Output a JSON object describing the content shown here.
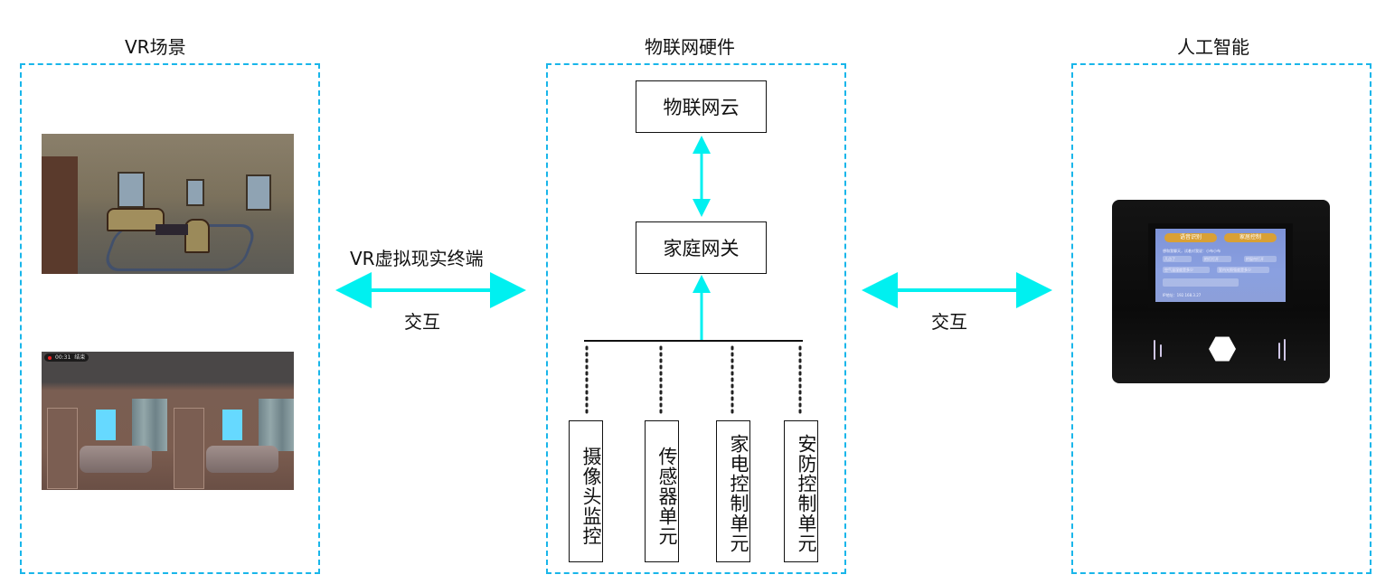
{
  "sections": {
    "vr": {
      "title": "VR场景"
    },
    "iot": {
      "title": "物联网硬件"
    },
    "ai": {
      "title": "人工智能"
    }
  },
  "vr_scene": {
    "image1": "VR living room scene",
    "image2": "VR stereo split-screen scene",
    "hud": {
      "time": "00:31",
      "status": "结束"
    }
  },
  "links": {
    "left": {
      "top_label": "VR虚拟现实终端",
      "bottom_label": "交互",
      "direction": "bidirectional"
    },
    "right": {
      "bottom_label": "交互",
      "direction": "bidirectional"
    }
  },
  "iot": {
    "cloud": "物联网云",
    "gateway": "家庭网关",
    "units": [
      {
        "label": "摄像头监控"
      },
      {
        "label": "传感器单元"
      },
      {
        "label": "家电控制单元"
      },
      {
        "label": "安防控制单元"
      }
    ]
  },
  "device": {
    "buttons": [
      "语音识别",
      "家居控制"
    ],
    "prompt": "想和我聊天，试着对我说：小布小布",
    "chips": [
      "几点了",
      "把灯打开",
      "把窗帘打开",
      "空气温湿度是多少",
      "室内光照强度是多少"
    ],
    "ip": "IP地址：192.168.3.27"
  },
  "colors": {
    "panel_border": "#19b6ea",
    "arrow": "#00f0f0",
    "text": "#111111"
  }
}
